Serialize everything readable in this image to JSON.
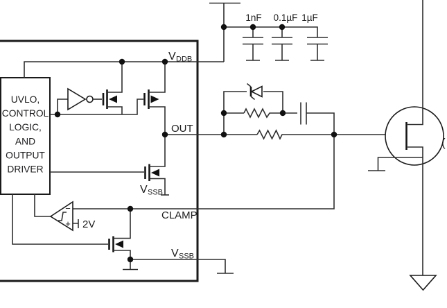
{
  "diagram_title": "gate-driver-output-stage-schematic",
  "colors": {
    "background": "#ffffff",
    "line": "#2e2e2e",
    "reference_blue": "#3f51a3",
    "cropped_fragment_orange": "#d4711c"
  },
  "control_block": {
    "lines": [
      "UVLO,",
      "CONTROL",
      "LOGIC,",
      "AND",
      "OUTPUT",
      "DRIVER"
    ]
  },
  "pins": {
    "vddb": {
      "main": "V",
      "sub": "DDB"
    },
    "out": {
      "label": "OUT"
    },
    "vssb_inner": {
      "main": "V",
      "sub": "SSB"
    },
    "clamp": {
      "label": "CLAMP"
    },
    "vssb_outer": {
      "main": "V",
      "sub": "SSB"
    }
  },
  "capacitors": [
    {
      "label": "1nF"
    },
    {
      "label": "0.1µF"
    },
    {
      "label": "1µF"
    }
  ],
  "comparator": {
    "minus": "−",
    "plus": "+",
    "reference": "2V"
  },
  "fragment": {
    "cropped_text": "("
  }
}
